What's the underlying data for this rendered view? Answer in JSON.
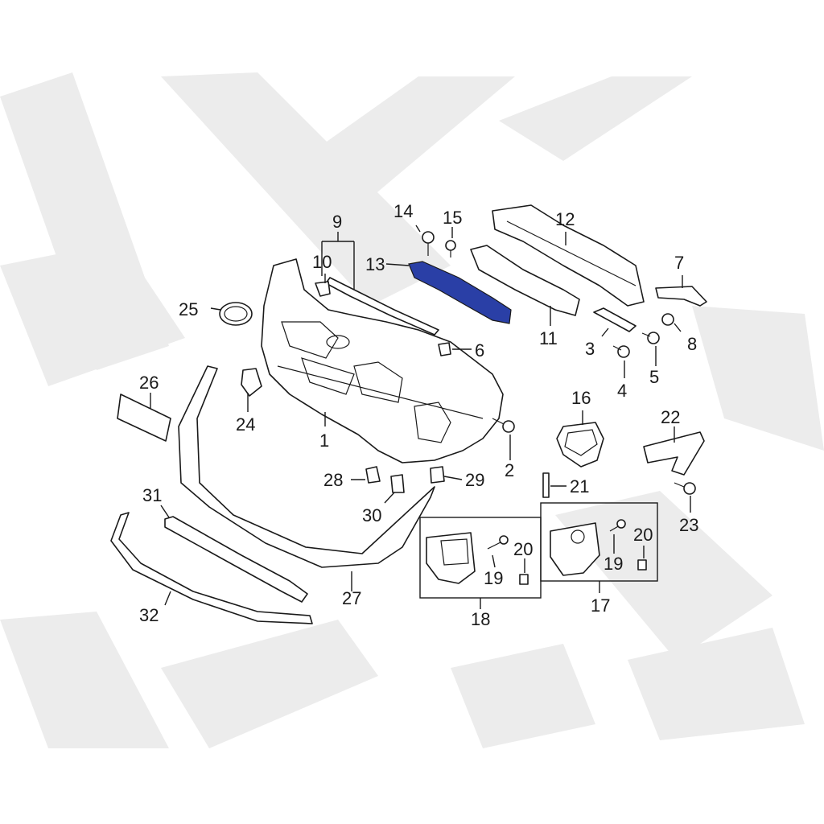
{
  "highlight_color": "#2a3fa6",
  "watermark_color": "#ececec",
  "highlighted_part": "13",
  "callouts": [
    {
      "id": "1",
      "label": "1"
    },
    {
      "id": "2",
      "label": "2"
    },
    {
      "id": "3",
      "label": "3"
    },
    {
      "id": "4",
      "label": "4"
    },
    {
      "id": "5",
      "label": "5"
    },
    {
      "id": "6",
      "label": "6"
    },
    {
      "id": "7",
      "label": "7"
    },
    {
      "id": "8",
      "label": "8"
    },
    {
      "id": "9",
      "label": "9"
    },
    {
      "id": "10",
      "label": "10"
    },
    {
      "id": "11",
      "label": "11"
    },
    {
      "id": "12",
      "label": "12"
    },
    {
      "id": "13",
      "label": "13"
    },
    {
      "id": "14",
      "label": "14"
    },
    {
      "id": "15",
      "label": "15"
    },
    {
      "id": "16",
      "label": "16"
    },
    {
      "id": "17",
      "label": "17"
    },
    {
      "id": "18",
      "label": "18"
    },
    {
      "id": "19a",
      "label": "19"
    },
    {
      "id": "19b",
      "label": "19"
    },
    {
      "id": "20a",
      "label": "20"
    },
    {
      "id": "20b",
      "label": "20"
    },
    {
      "id": "21",
      "label": "21"
    },
    {
      "id": "22",
      "label": "22"
    },
    {
      "id": "23",
      "label": "23"
    },
    {
      "id": "24",
      "label": "24"
    },
    {
      "id": "25",
      "label": "25"
    },
    {
      "id": "26",
      "label": "26"
    },
    {
      "id": "27",
      "label": "27"
    },
    {
      "id": "28",
      "label": "28"
    },
    {
      "id": "29",
      "label": "29"
    },
    {
      "id": "30",
      "label": "30"
    },
    {
      "id": "31",
      "label": "31"
    },
    {
      "id": "32",
      "label": "32"
    }
  ]
}
